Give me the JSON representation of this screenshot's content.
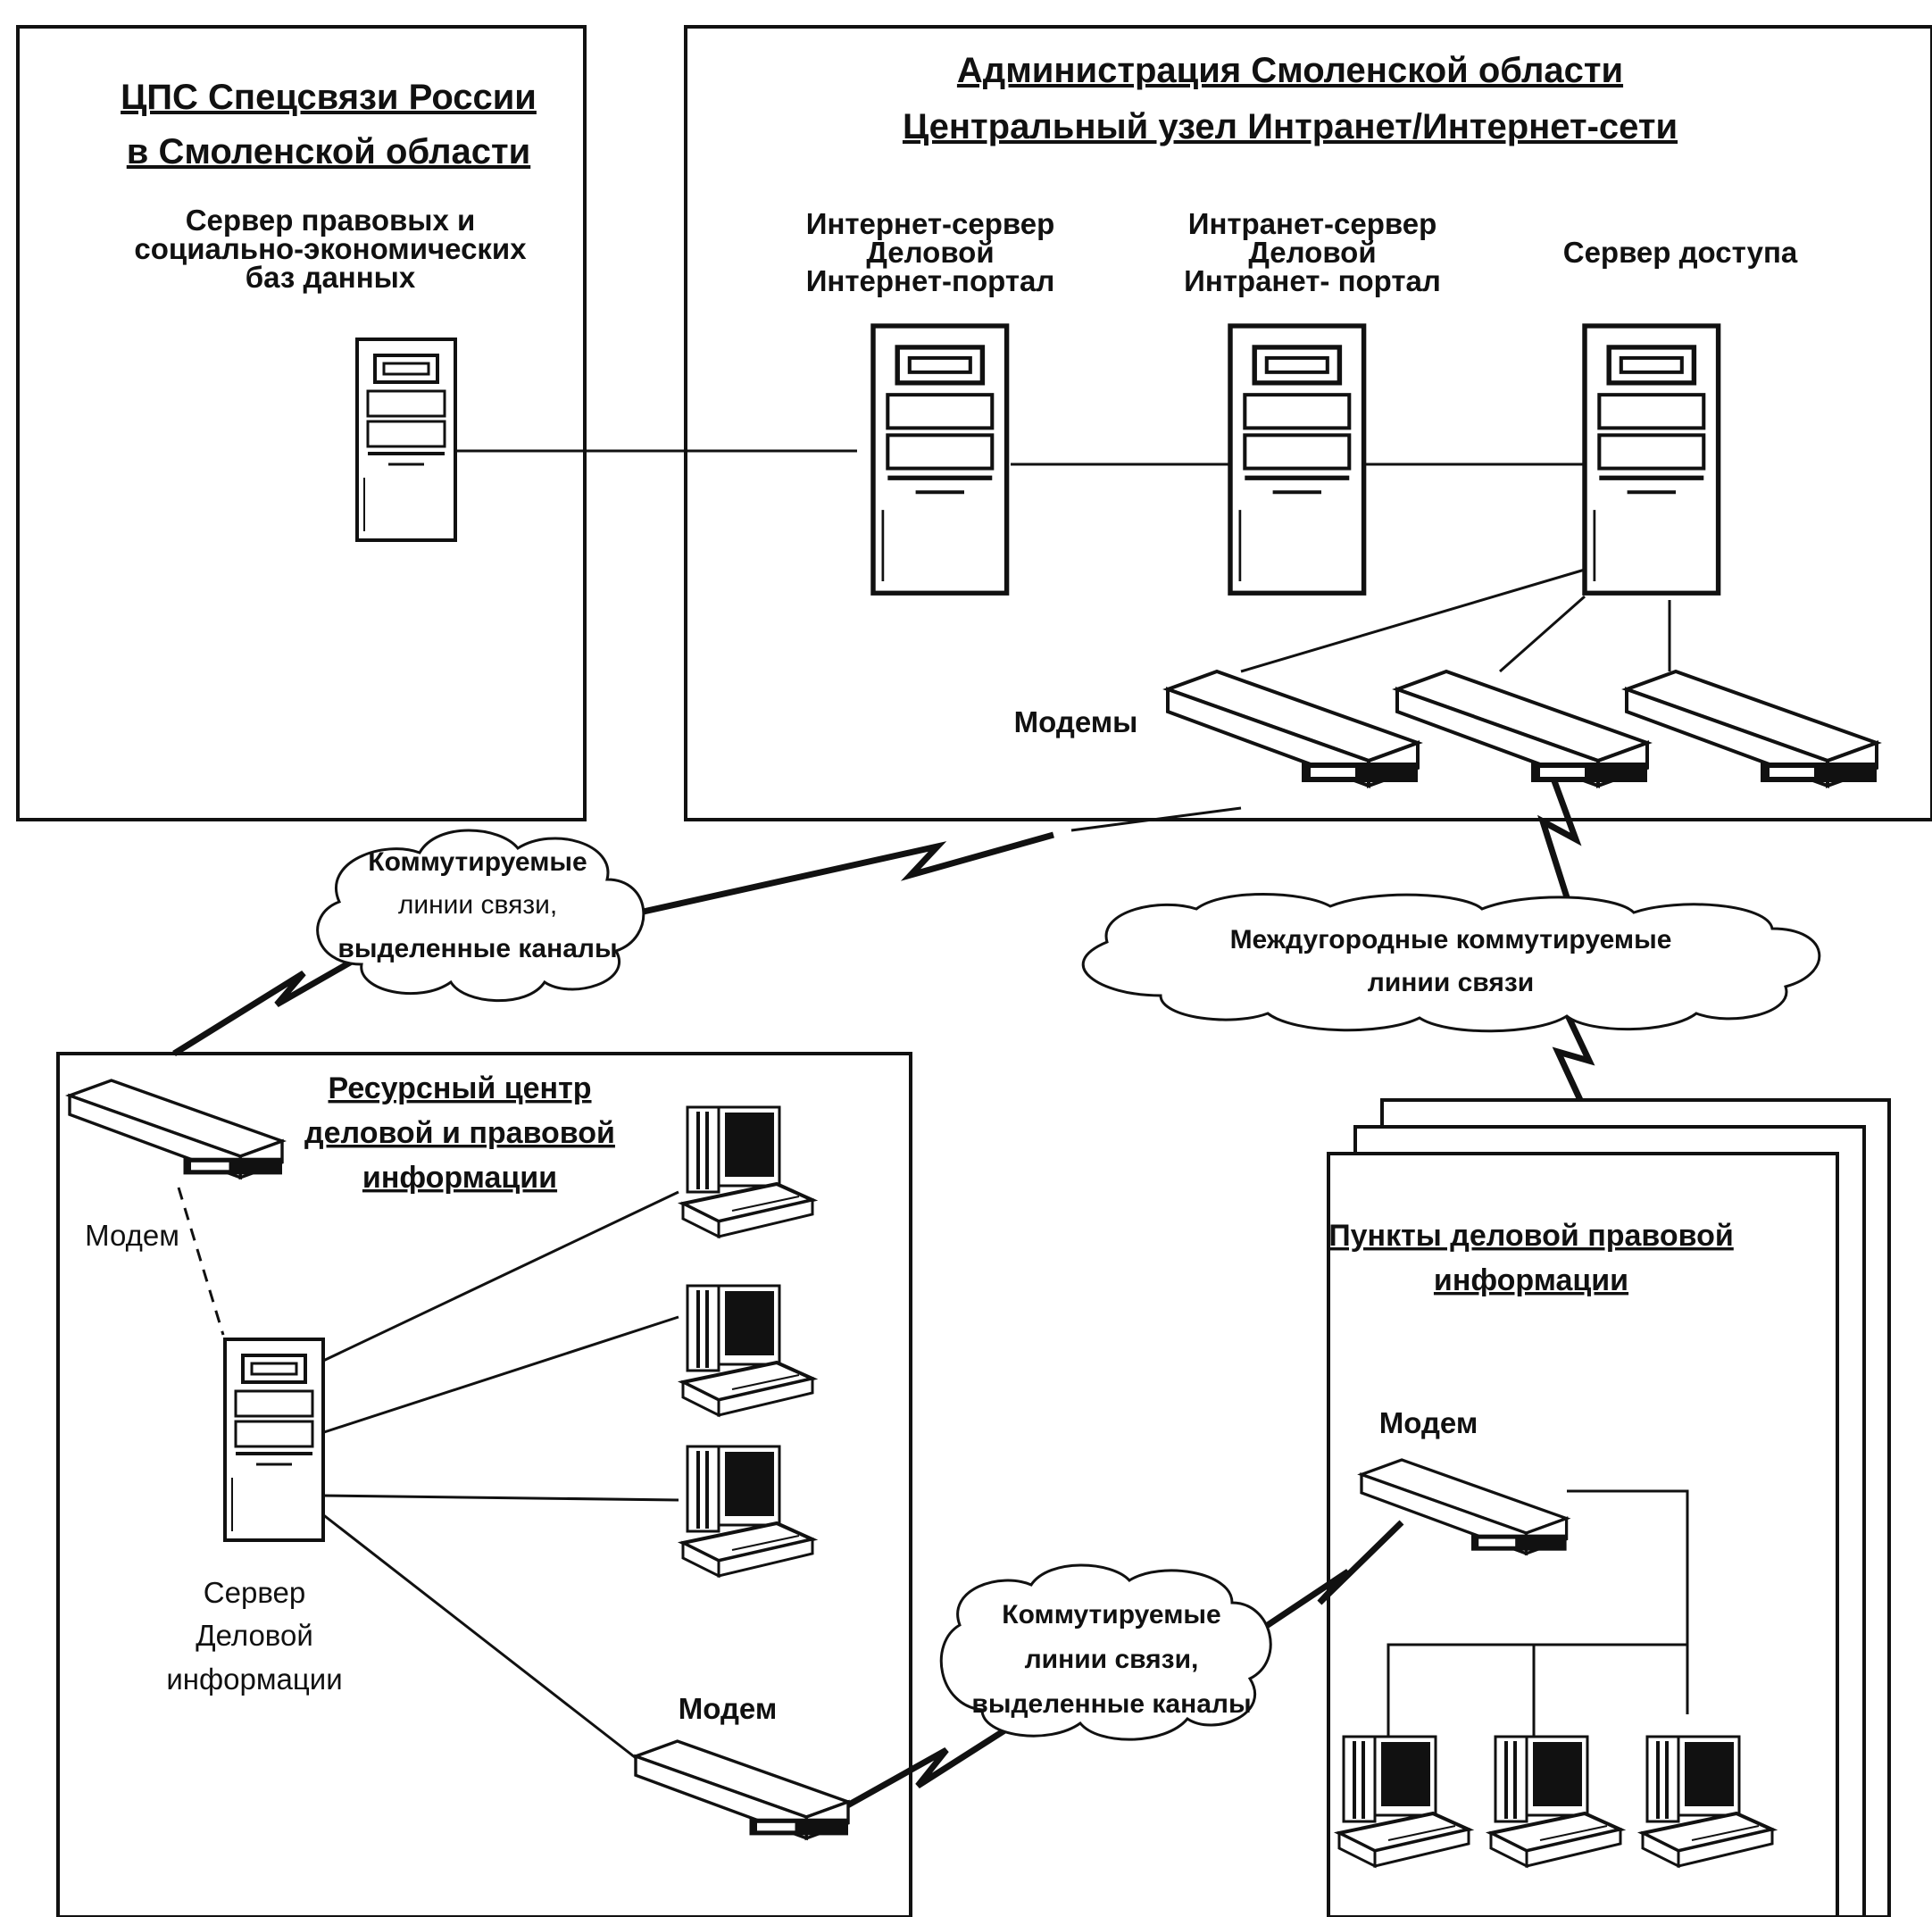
{
  "cps": {
    "title_line1": "ЦПС Спецсвязи России",
    "title_line2": "в Смоленской области",
    "server_label_line1": "Сервер правовых и",
    "server_label_line2": "социально-экономических",
    "server_label_line3": "баз данных"
  },
  "admin": {
    "title_line1": "Администрация Смоленской области",
    "title_line2": "Центральный узел Интранет/Интернет-сети",
    "internet_server_line1": "Интернет-сервер",
    "internet_server_line2": "Деловой",
    "internet_server_line3": "Интернет-портал",
    "intranet_server_line1": "Интранет-сервер",
    "intranet_server_line2": "Деловой",
    "intranet_server_line3": "Интранет- портал",
    "access_server": "Сервер доступа",
    "modems_label": "Модемы"
  },
  "clouds": {
    "switched_left_line1": "Коммутируемые",
    "switched_left_line2": "линии связи,",
    "switched_left_line3": "выделенные каналы",
    "longdistance_line1": "Междугородные коммутируемые",
    "longdistance_line2": "линии связи",
    "switched_bottom_line1": "Коммутируемые",
    "switched_bottom_line2": "линии связи,",
    "switched_bottom_line3": "выделенные каналы"
  },
  "resource_center": {
    "title_line1": "Ресурсный центр",
    "title_line2": "деловой и правовой",
    "title_line3": "информации",
    "modem_top": "Модем",
    "server_line1": "Сервер",
    "server_line2": "Деловой",
    "server_line3": "информации",
    "modem_bottom": "Модем"
  },
  "points": {
    "title_line1": "Пункты деловой правовой",
    "title_line2": "информации",
    "modem": "Модем"
  }
}
